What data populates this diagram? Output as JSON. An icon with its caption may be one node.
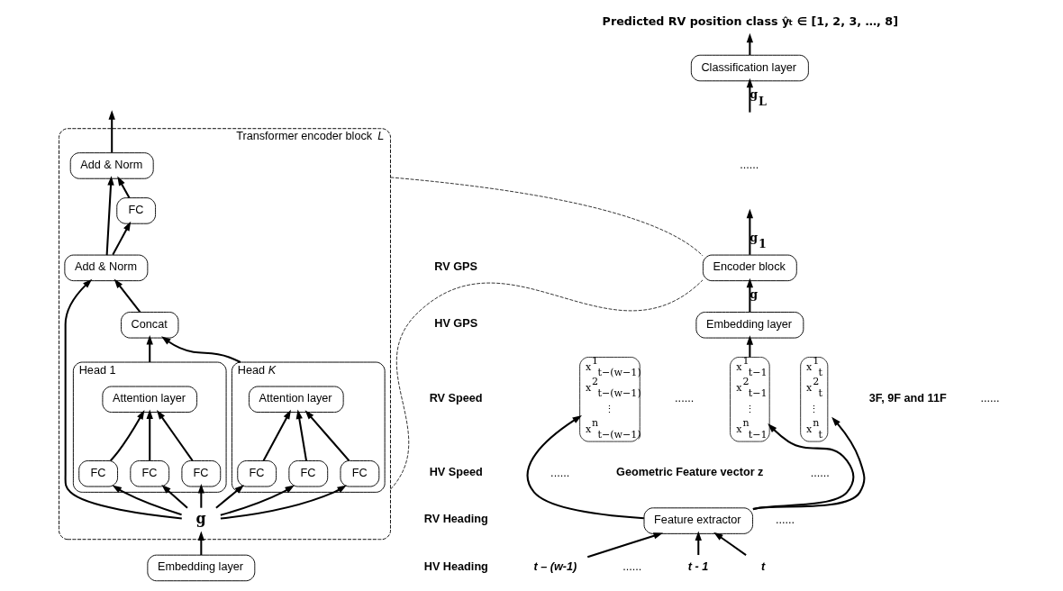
{
  "diagram": {
    "nodes": [
      {
        "text": [
          "Transformer encoder block *L*"
        ]
      },
      {
        "text": [
          "Add & Norm"
        ],
        "in": 0
      },
      {
        "text": [
          "FC"
        ],
        "in": 0
      },
      {
        "text": [
          "Add & Norm"
        ],
        "in": 0
      },
      {
        "text": [
          "Concat"
        ],
        "in": 0
      },
      {
        "text": [
          "Head 1"
        ],
        "in": 0
      },
      {
        "text": [
          "Attention layer"
        ],
        "in": 5
      },
      {
        "text": [
          "FC"
        ],
        "in": 5
      },
      {
        "text": [
          "FC"
        ],
        "in": 5
      },
      {
        "text": [
          "FC"
        ],
        "in": 5
      },
      {
        "text": [
          "Head *K*"
        ],
        "in": 0
      },
      {
        "text": [
          "Attention layer"
        ],
        "in": 10
      },
      {
        "text": [
          "FC"
        ],
        "in": 10
      },
      {
        "text": [
          "FC"
        ],
        "in": 10
      },
      {
        "text": [
          "FC"
        ],
        "in": 10
      },
      {
        "text": [
          "g"
        ],
        "in": 0
      },
      {
        "text": [
          "Embedding layer"
        ]
      },
      {
        "text": [
          "Predicted RV position class ŷ$_{t}$ ∈ [1, 2, 3, …, 8]"
        ]
      },
      {
        "text": [
          "Classification layer"
        ]
      },
      {
        "text": [
          "Encoder block"
        ]
      },
      {
        "text": [
          "Embedding layer"
        ]
      },
      {
        "text": [
          "x$^{1}$$_{t−(w−1)}$",
          "x$^{2}$$_{t−(w−1)}$",
          "⋮",
          "x$^{n}$$_{t−(w−1)}$"
        ]
      },
      {
        "text": [
          "x$^{1}$$_{t−1}$",
          "x$^{2}$$_{t−1}$",
          "⋮",
          "x$^{n}$$_{t−1}$"
        ]
      },
      {
        "text": [
          "x$^{1}$$_{t}$",
          "x$^{2}$$_{t}$",
          "⋮",
          "x$^{n}$$_{t}$"
        ]
      },
      {
        "text": [
          "Feature extractor"
        ]
      },
      {
        "text": [
          "t – (w-1)"
        ]
      },
      {
        "text": [
          "t - 1"
        ]
      },
      {
        "text": [
          "t"
        ]
      }
    ],
    "edges": [
      {
        "from": 16,
        "to": 15,
        "arrow": "to"
      },
      {
        "from": 15,
        "to": 7,
        "arrow": "to"
      },
      {
        "from": 15,
        "to": 8,
        "arrow": "to"
      },
      {
        "from": 15,
        "to": 9,
        "arrow": "to"
      },
      {
        "from": 15,
        "to": 12,
        "arrow": "to"
      },
      {
        "from": 15,
        "to": 13,
        "arrow": "to"
      },
      {
        "from": 15,
        "to": 14,
        "arrow": "to"
      },
      {
        "from": 15,
        "to": 3,
        "arrow": "to"
      },
      {
        "from": 7,
        "to": 6,
        "arrow": "to"
      },
      {
        "from": 8,
        "to": 6,
        "arrow": "to"
      },
      {
        "from": 9,
        "to": 6,
        "arrow": "to"
      },
      {
        "from": 12,
        "to": 11,
        "arrow": "to"
      },
      {
        "from": 13,
        "to": 11,
        "arrow": "to"
      },
      {
        "from": 14,
        "to": 11,
        "arrow": "to"
      },
      {
        "from": 5,
        "to": 4,
        "arrow": "to"
      },
      {
        "from": 10,
        "to": 4,
        "arrow": "to"
      },
      {
        "from": 4,
        "to": 3,
        "arrow": "to"
      },
      {
        "from": 3,
        "to": 2,
        "arrow": "to"
      },
      {
        "from": 3,
        "to": 1,
        "arrow": "to"
      },
      {
        "from": 2,
        "to": 1,
        "arrow": "to"
      },
      {
        "from": 1,
        "to": null,
        "arrow": "to"
      },
      {
        "from": 25,
        "to": 24,
        "arrow": "to"
      },
      {
        "from": 26,
        "to": 24,
        "arrow": "to"
      },
      {
        "from": 27,
        "to": 24,
        "arrow": "to"
      },
      {
        "from": 24,
        "to": 21,
        "arrow": "to"
      },
      {
        "from": 24,
        "to": 22,
        "arrow": "to"
      },
      {
        "from": 24,
        "to": 23,
        "arrow": "to"
      },
      {
        "from": 22,
        "to": 20,
        "arrow": "to"
      },
      {
        "from": 20,
        "to": 19,
        "arrow": "to",
        "label": "g"
      },
      {
        "from": 19,
        "to": null,
        "arrow": "to",
        "label": "g$_{1}$"
      },
      {
        "from": null,
        "to": 18,
        "arrow": "to",
        "label": "g$_{L}$"
      },
      {
        "from": 18,
        "to": 17,
        "arrow": "to"
      },
      {
        "from": 0,
        "to": 19,
        "arrow": "none",
        "style": "dashed"
      },
      {
        "from": 0,
        "to": 19,
        "arrow": "none",
        "style": "dashed"
      }
    ],
    "labels": [
      "......",
      "......",
      "......",
      "......",
      "3F, 9F and 11F",
      "Geometric Feature vector z",
      "......",
      "......",
      "RV GPS",
      "HV GPS",
      "RV Speed",
      "HV Speed",
      "RV Heading",
      "HV Heading",
      "......"
    ]
  }
}
